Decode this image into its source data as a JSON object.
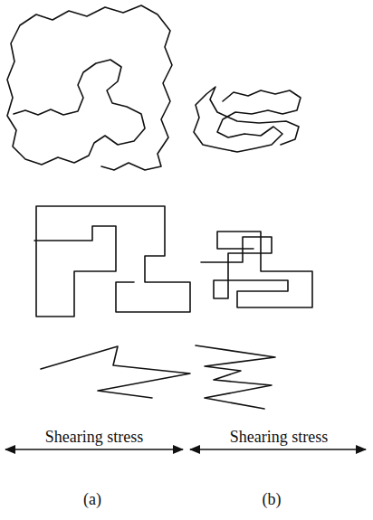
{
  "diagram": {
    "labels": [
      "Shearing stress",
      "Shearing stress",
      "(a)",
      "(b)"
    ]
  }
}
